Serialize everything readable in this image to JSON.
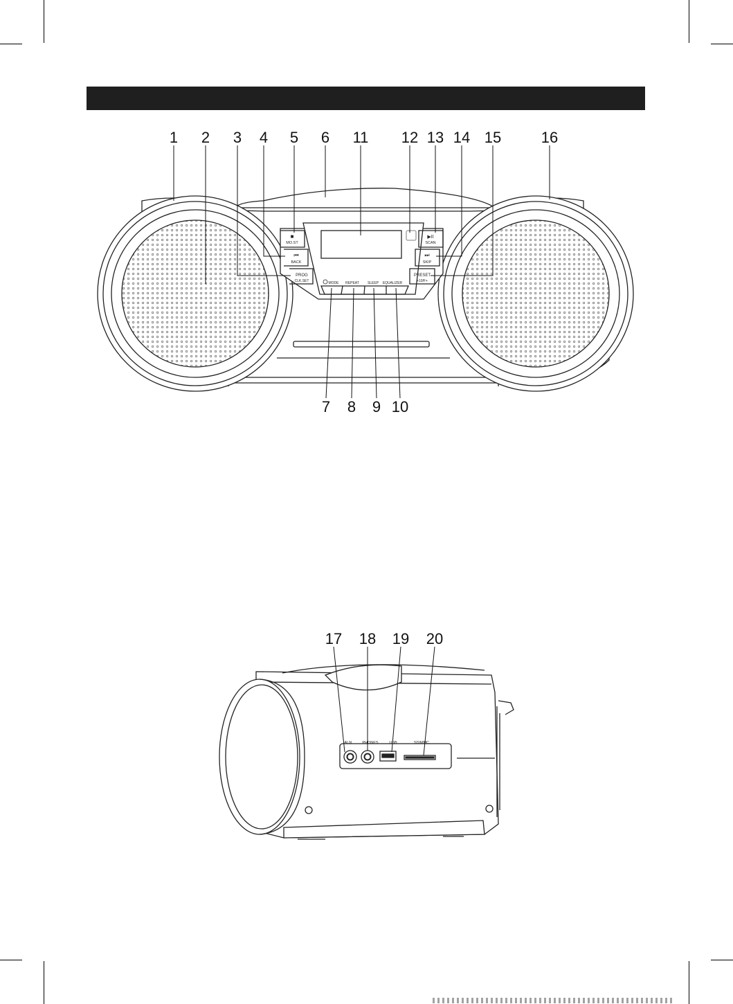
{
  "front_view": {
    "callouts": [
      "1",
      "2",
      "3",
      "4",
      "5",
      "6",
      "11",
      "12",
      "13",
      "14",
      "15",
      "16"
    ],
    "bottom_callouts": [
      "7",
      "8",
      "9",
      "10"
    ],
    "buttons": {
      "stop_symbol": "■",
      "mo_st": "MO.ST",
      "back_symbol": "⏮",
      "back": "BACK",
      "prog": "PROG",
      "clk_set": "CLK.SET",
      "play_symbol": "▶II",
      "scan": "SCAN",
      "skip_symbol": "⏭",
      "skip": "SKIP",
      "preset": "PRESET",
      "plus10": "+10/F+",
      "mode": "MODE",
      "repeat": "REPEAT",
      "sleep": "SLEEP",
      "equalizer": "EQUALIZER"
    }
  },
  "side_view": {
    "callouts": [
      "17",
      "18",
      "19",
      "20"
    ],
    "ports": {
      "aux": "AUX",
      "phones": "PHONES",
      "usb": "USB",
      "sd": "SD/MMC"
    }
  }
}
